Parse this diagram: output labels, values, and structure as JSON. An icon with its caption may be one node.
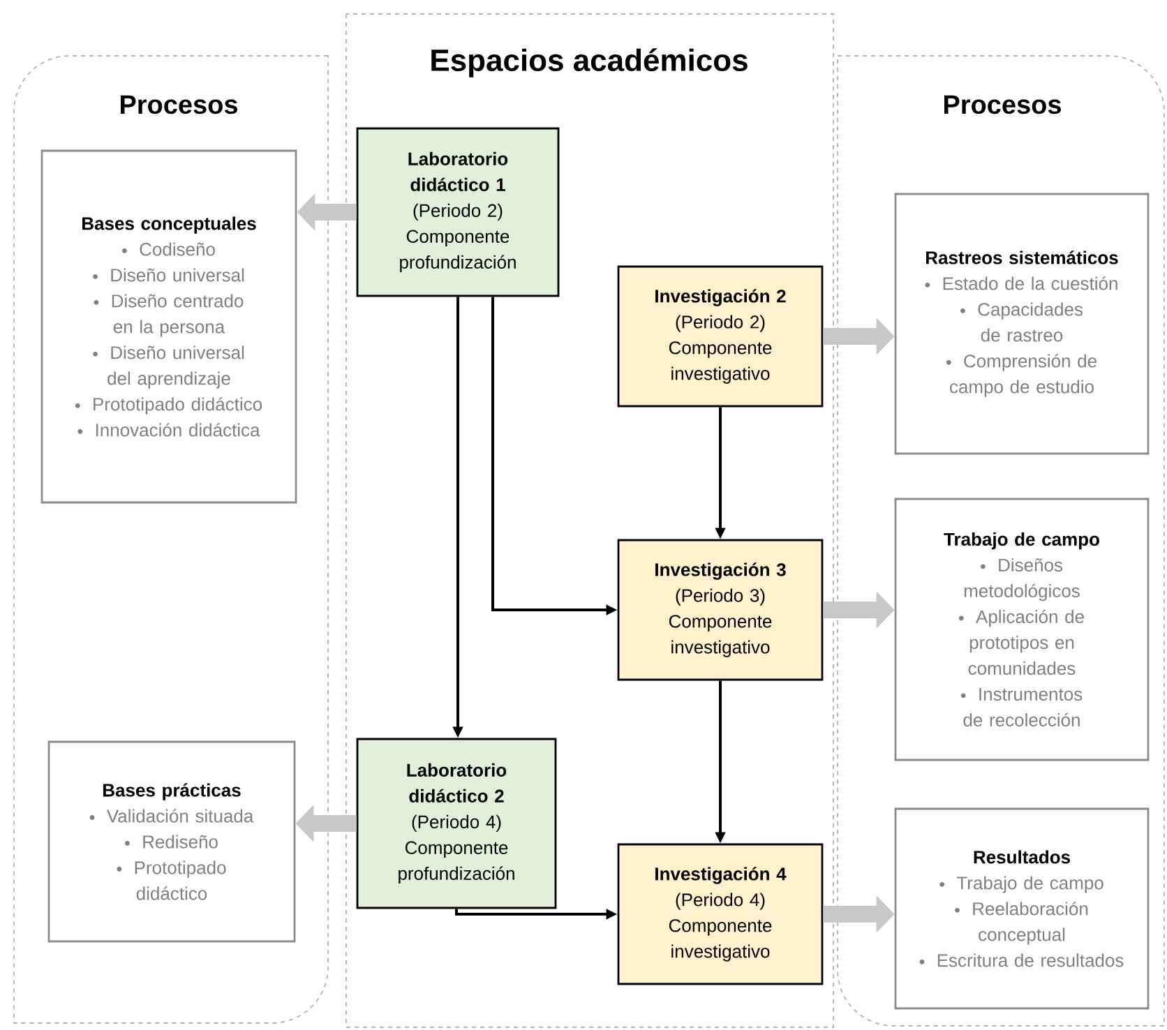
{
  "diagram": {
    "nodes": [
      {
        "text": [
          "Procesos"
        ]
      },
      {
        "text": [
          "Espacios académicos"
        ]
      },
      {
        "text": [
          "Procesos"
        ]
      },
      {
        "text": [
          "Bases conceptuales",
          "Codiseño",
          "Diseño universal",
          "Diseño centrado en la persona",
          "Diseño universal del aprendizaje",
          "Prototipado didáctico",
          "Innovación didáctica"
        ],
        "in": 0
      },
      {
        "text": [
          "Laboratorio didáctico 1",
          "(Periodo 2)",
          "Componente profundización"
        ],
        "in": 1
      },
      {
        "text": [
          "Investigación 2",
          "(Periodo 2)",
          "Componente investigativo"
        ],
        "in": 1
      },
      {
        "text": [
          "Rastreos sistemáticos",
          "Estado de la cuestión",
          "Capacidades de rastreo",
          "Comprensión de campo de estudio"
        ],
        "in": 2
      },
      {
        "text": [
          "Investigación 3",
          "(Periodo 3)",
          "Componente investigativo"
        ],
        "in": 1
      },
      {
        "text": [
          "Trabajo de campo",
          "Diseños metodológicos",
          "Aplicación de prototipos en comunidades",
          "Instrumentos de recolección"
        ],
        "in": 2
      },
      {
        "text": [
          "Bases prácticas",
          "Validación situada",
          "Rediseño",
          "Prototipado didáctico"
        ],
        "in": 0
      },
      {
        "text": [
          "Laboratorio didáctico 2",
          "(Periodo 4)",
          "Componente profundización"
        ],
        "in": 1
      },
      {
        "text": [
          "Investigación 4",
          "(Periodo 4)",
          "Componente investigativo"
        ],
        "in": 1
      },
      {
        "text": [
          "Resultados",
          "Trabajo de campo",
          "Reelaboración conceptual",
          "Escritura de resultados"
        ],
        "in": 2
      }
    ],
    "edges": [
      {
        "from": 4,
        "to": 3,
        "arrow": "to",
        "style": "thick",
        "color": "#c8c8c8"
      },
      {
        "from": 4,
        "to": 10,
        "arrow": "to",
        "color": "#000000"
      },
      {
        "from": 4,
        "to": 7,
        "arrow": "to",
        "color": "#000000"
      },
      {
        "from": 5,
        "to": 6,
        "arrow": "to",
        "style": "thick",
        "color": "#c8c8c8"
      },
      {
        "from": 5,
        "to": 7,
        "arrow": "to",
        "color": "#000000"
      },
      {
        "from": 7,
        "to": 8,
        "arrow": "to",
        "style": "thick",
        "color": "#c8c8c8"
      },
      {
        "from": 7,
        "to": 11,
        "arrow": "to",
        "color": "#000000"
      },
      {
        "from": 10,
        "to": 9,
        "arrow": "to",
        "style": "thick",
        "color": "#c8c8c8"
      },
      {
        "from": 10,
        "to": 11,
        "arrow": "to",
        "color": "#000000"
      },
      {
        "from": 11,
        "to": 12,
        "arrow": "to",
        "style": "thick",
        "color": "#c8c8c8"
      }
    ]
  }
}
